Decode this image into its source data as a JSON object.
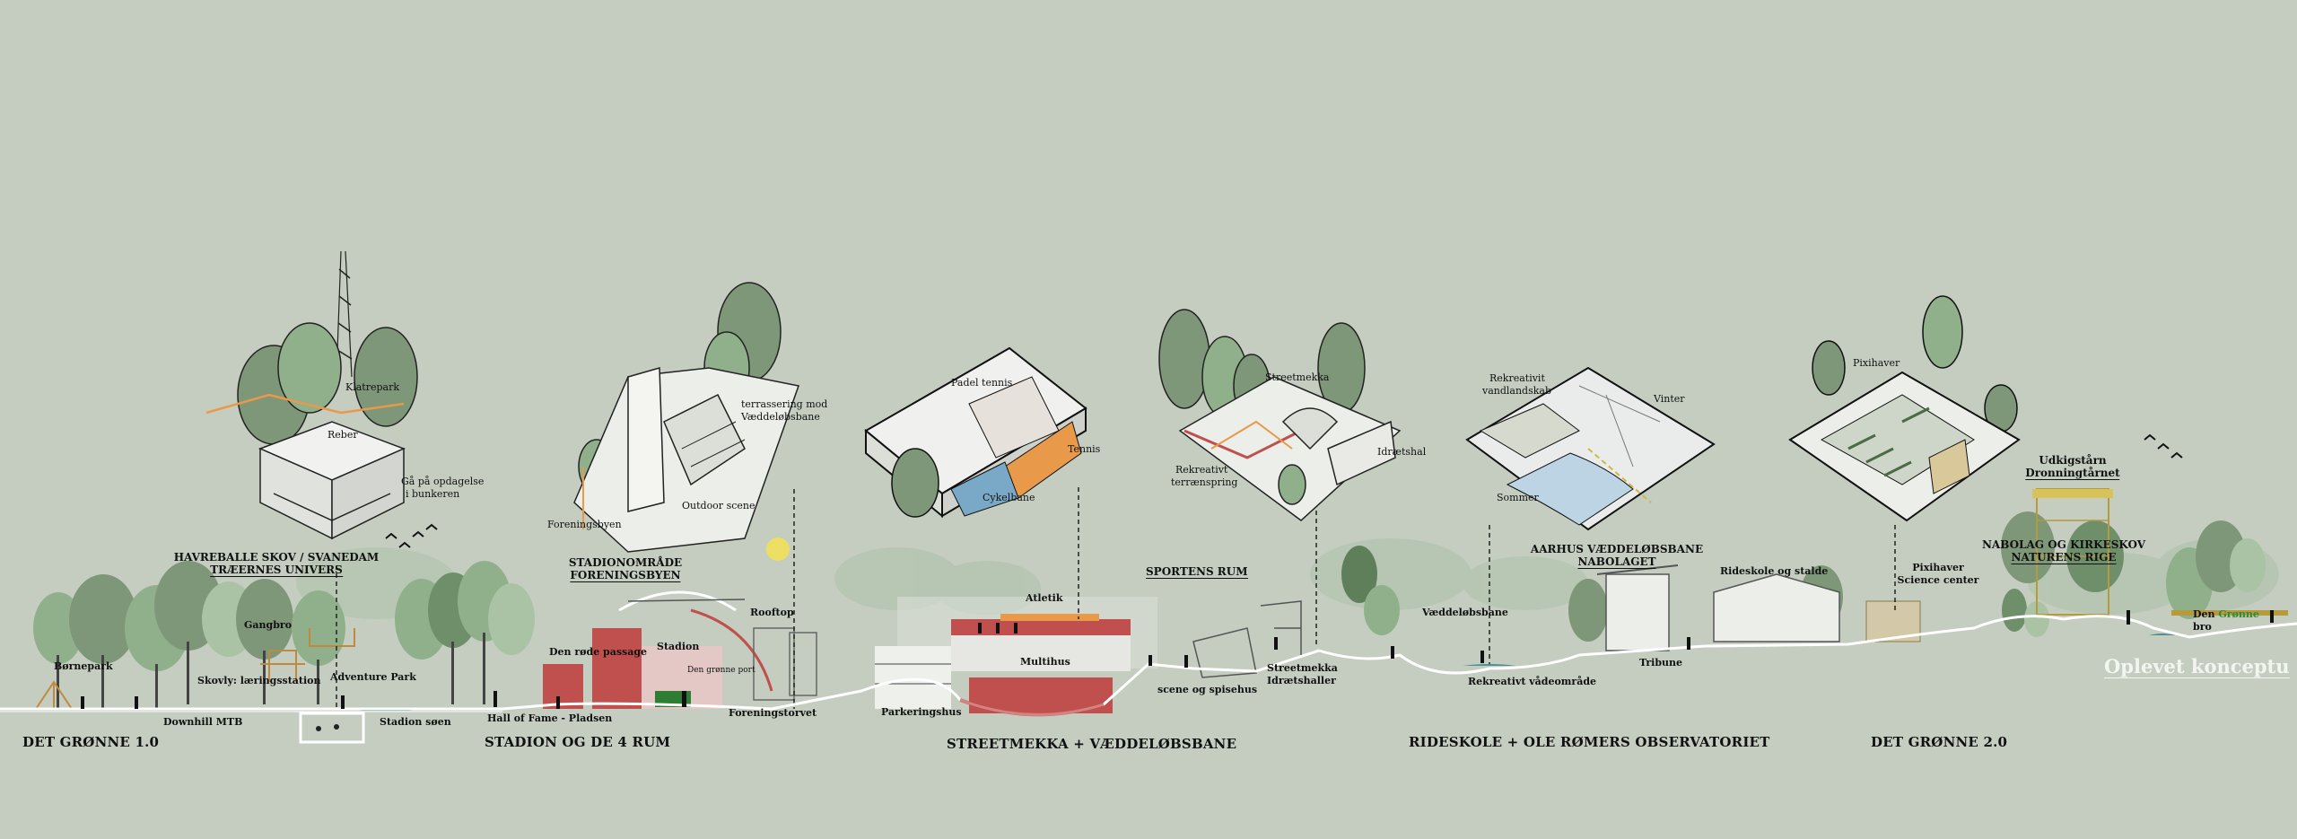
{
  "sections": {
    "gronne1": "DET GRØNNE 1.0",
    "stadion": "STADION OG DE 4 RUM",
    "streetmekka": "STREETMEKKA + VÆDDELØBSBANE",
    "rideskole": "RIDESKOLE + OLE RØMERS OBSERVATORIET",
    "gronne2": "DET GRØNNE 2.0"
  },
  "headings": {
    "havreballe_1": "HAVREBALLE SKOV / SVANEDAM",
    "havreballe_2": "TRÆERNES UNIVERS",
    "stadionomraade_1": "STADIONOMRÅDE",
    "stadionomraade_2": "FORENINGSBYEN",
    "sportens_rum": "SPORTENS RUM",
    "aarhus_1": "AARHUS VÆDDELØBSBANE",
    "aarhus_2": "NABOLAGET",
    "nabolag_1": "NABOLAG OG KIRKESKOV",
    "nabolag_2": "NATURENS RIGE",
    "udkig_1": "Udkigstårn",
    "udkig_2": "Dronningtårnet"
  },
  "iso_labels": {
    "klatrepark": "Klatrepark",
    "reber": "Reber",
    "bunker_1": "Gå på opdagelse",
    "bunker_2": "i bunkeren",
    "terrassering_1": "terrassering mod",
    "terrassering_2": "Væddeløbsbane",
    "outdoor_scene": "Outdoor scene",
    "foreningsbyen": "Foreningsbyen",
    "padel": "Padel tennis",
    "tennis": "Tennis",
    "cykelbane": "Cykelbane",
    "streetmekka": "Streetmekka",
    "rekreativt_1": "Rekreativt",
    "rekreativt_2": "terrænspring",
    "idraetshal": "Idrætshal",
    "vandlandskab_1": "Rekreativit",
    "vandlandskab_2": "vandlandskab",
    "vinter": "Vinter",
    "sommer": "Sommer",
    "pixihaver": "Pixihaver"
  },
  "ground_labels": {
    "bornepark": "Børnepark",
    "gangbro": "Gangbro",
    "skovly": "Skovly: læringsstation",
    "adventure": "Adventure Park",
    "downhill": "Downhill MTB",
    "stadion_soen": "Stadion søen",
    "hall_of_fame": "Hall of Fame - Pladsen",
    "rode_passage": "Den røde passage",
    "stadion": "Stadion",
    "gronne_port": "Den grønne port",
    "rooftop": "Rooftop",
    "foreningstorvet": "Foreningstorvet",
    "atletik": "Atletik",
    "multihus": "Multihus",
    "parkeringshus": "Parkeringshus",
    "scene": "scene og spisehus",
    "streetmekka_1": "Streetmekka",
    "streetmekka_2": "Idrætshaller",
    "vaeddelobsbane": "Væddeløbsbane",
    "vadeomraade": "Rekreativt vådeområde",
    "tribune": "Tribune",
    "rideskole": "Rideskole og stalde",
    "pixihaver_1": "Pixihaver",
    "pixihaver_2": "Science center",
    "bro_1": "Den",
    "bro_green": "Grønne",
    "bro_2": "bro"
  },
  "concept": "Oplevet konceptu",
  "colors": {
    "background": "#c5cdc0",
    "tree_dark": "#7f9779",
    "tree_mid": "#8fb08a",
    "tree_light": "#a9c3a4",
    "red": "#c0504d",
    "orange": "#e8994a",
    "ground_line": "#ffffff"
  }
}
